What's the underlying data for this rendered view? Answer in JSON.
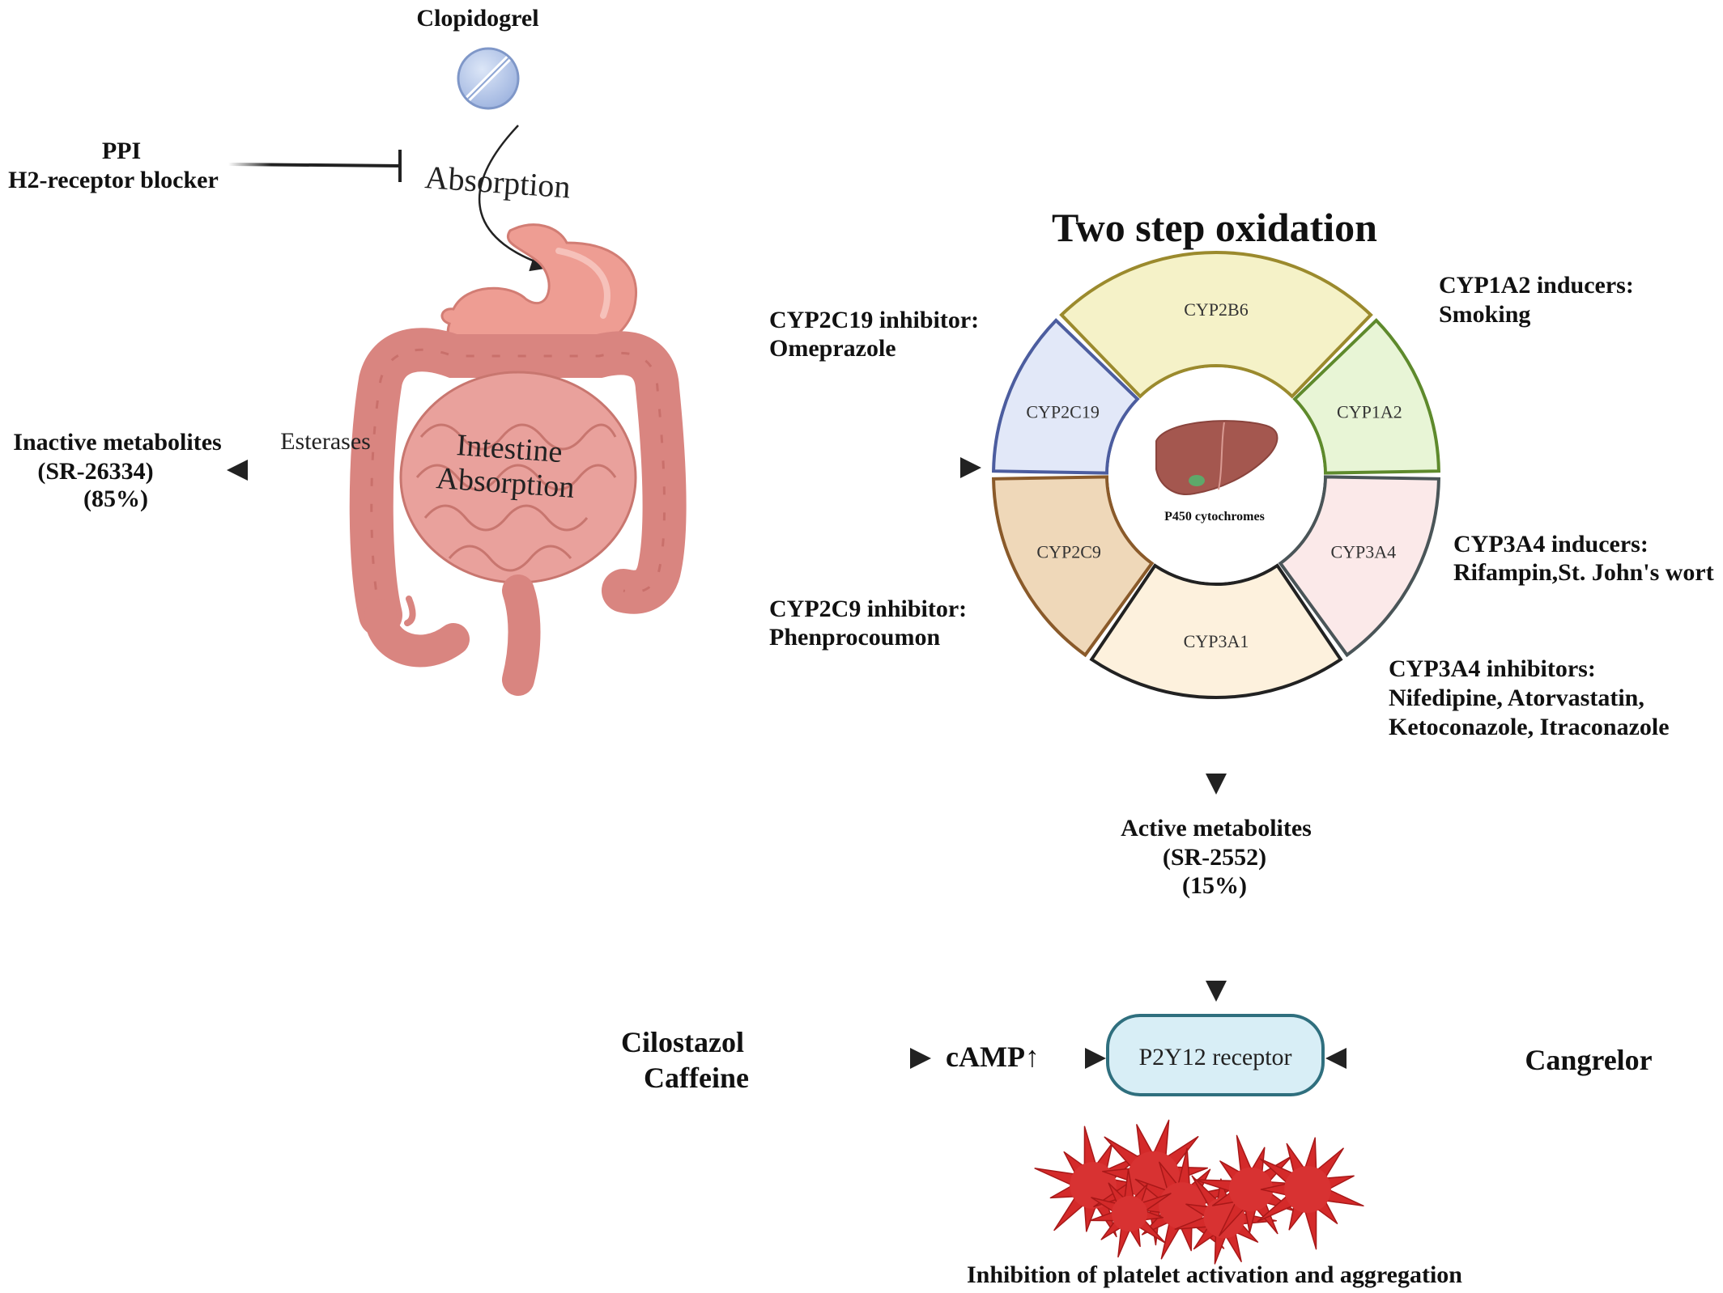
{
  "drug": "Clopidogrel",
  "blockers": {
    "line1": "PPI",
    "line2": "H2-receptor blocker"
  },
  "absorption_label": "Absorption",
  "intestine": {
    "line1": "Intestine",
    "line2": "Absorption"
  },
  "esterases_label": "Esterases",
  "inactive": {
    "line1": "Inactive metabolites",
    "line2": "(SR-26334)",
    "line3": "(85%)"
  },
  "wheel": {
    "title": "Two step oxidation",
    "center_label": "P450 cytochromes",
    "segments": [
      "CYP2B6",
      "CYP1A2",
      "CYP3A4",
      "CYP3A1",
      "CYP2C9",
      "CYP2C19"
    ]
  },
  "annotations": {
    "cyp2c19": {
      "line1": "CYP2C19 inhibitor:",
      "line2": "Omeprazole"
    },
    "cyp2c9": {
      "line1": "CYP2C9 inhibitor:",
      "line2": "Phenprocoumon"
    },
    "cyp1a2": {
      "line1": "CYP1A2 inducers:",
      "line2": "Smoking"
    },
    "cyp3a4_ind": {
      "line1": "CYP3A4 inducers:",
      "line2": "Rifampin,St. John's wort"
    },
    "cyp3a4_inh": {
      "line1": "CYP3A4 inhibitors:",
      "line2": "Nifedipine, Atorvastatin,",
      "line3": "Ketoconazole, Itraconazole"
    }
  },
  "active": {
    "line1": "Active metabolites",
    "line2": "(SR-2552)",
    "line3": "(15%)"
  },
  "receptor_label": "P2Y12 receptor",
  "left_agents": {
    "line1": "Cilostazol",
    "line2": "Caffeine"
  },
  "camp_label": "cAMP↑",
  "right_agent": "Cangrelor",
  "outcome": "Inhibition of platelet activation and aggregation",
  "colors": {
    "arrow": "#222222",
    "receptor_fill": "#d8eef6",
    "receptor_stroke": "#2f6f7e",
    "platelet": "#d42a2a",
    "intestine": "#e3928f",
    "stomach": "#ee9d93",
    "liver": "#a4574f"
  }
}
